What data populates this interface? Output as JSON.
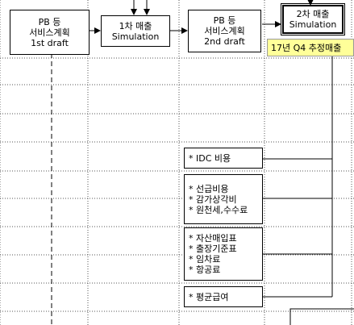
{
  "flow": {
    "pb_draft1": {
      "lines": [
        "PB 등",
        "서비스계획",
        "1st draft"
      ]
    },
    "sim1": {
      "lines": [
        "1차 매출",
        "Simulation"
      ]
    },
    "pb_draft2": {
      "lines": [
        "PB 등",
        "서비스계획",
        "2nd draft"
      ]
    },
    "sim2": {
      "lines": [
        "2차 매출",
        "Simulation"
      ]
    }
  },
  "note": {
    "text": "17년 Q4 추정매출"
  },
  "items": {
    "idc": [
      "* IDC 비용"
    ],
    "group_a": [
      "* 선급비용",
      "* 감가상각비",
      "* 원천세,수수료"
    ],
    "group_b": [
      "* 자산매입표",
      "* 출장기준표",
      "* 임차료",
      "* 항공료"
    ],
    "salary": [
      "* 평균급여"
    ]
  },
  "colors": {
    "line": "#000000",
    "grid": "#555555",
    "note_bg": "#ffff99"
  }
}
